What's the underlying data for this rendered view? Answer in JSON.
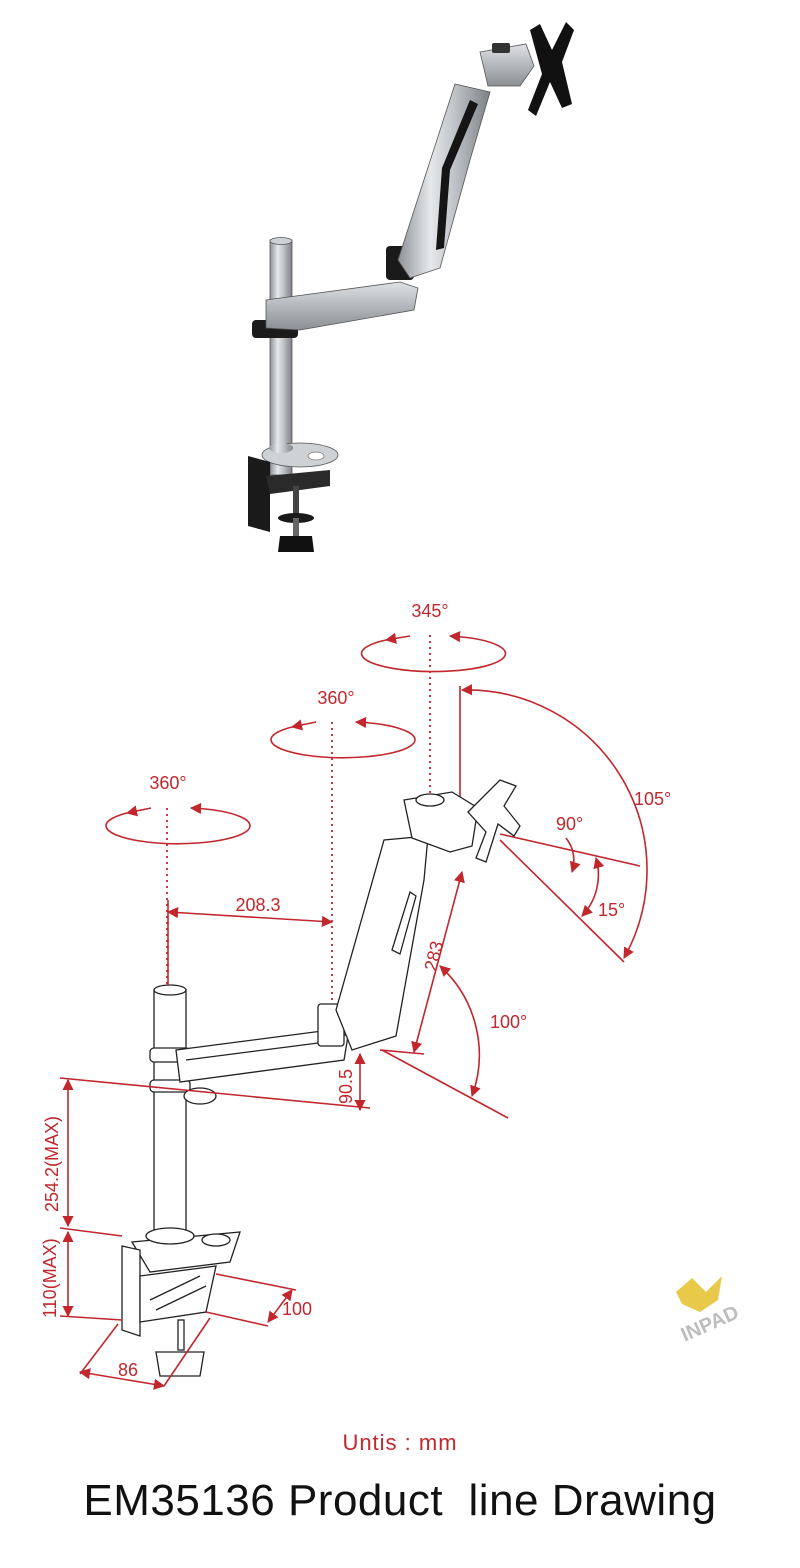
{
  "product_photo": {
    "description_icon": "monitor-arm-photo"
  },
  "drawing": {
    "rotations": {
      "top_rotation": "345°",
      "middle_rotation": "360°",
      "base_rotation": "360°"
    },
    "angles": {
      "tilt_total": "105°",
      "tilt_up": "90°",
      "tilt_down": "15°",
      "arm_lift": "100°"
    },
    "dimensions": {
      "arm_reach": "208.3",
      "arm_height": "283",
      "joint_offset": "90.5",
      "pole_height": "254.2(MAX)",
      "clamp_height": "110(MAX)",
      "clamp_depth": "100",
      "clamp_width": "86"
    },
    "logo_text": "INPAD"
  },
  "footer": {
    "units": "Untis : mm",
    "title": "EM35136 Product  line Drawing"
  },
  "colors": {
    "dimension_red": "#c1272d",
    "logo_gold": "#e8c94a",
    "logo_gray": "#bdbdbd"
  }
}
